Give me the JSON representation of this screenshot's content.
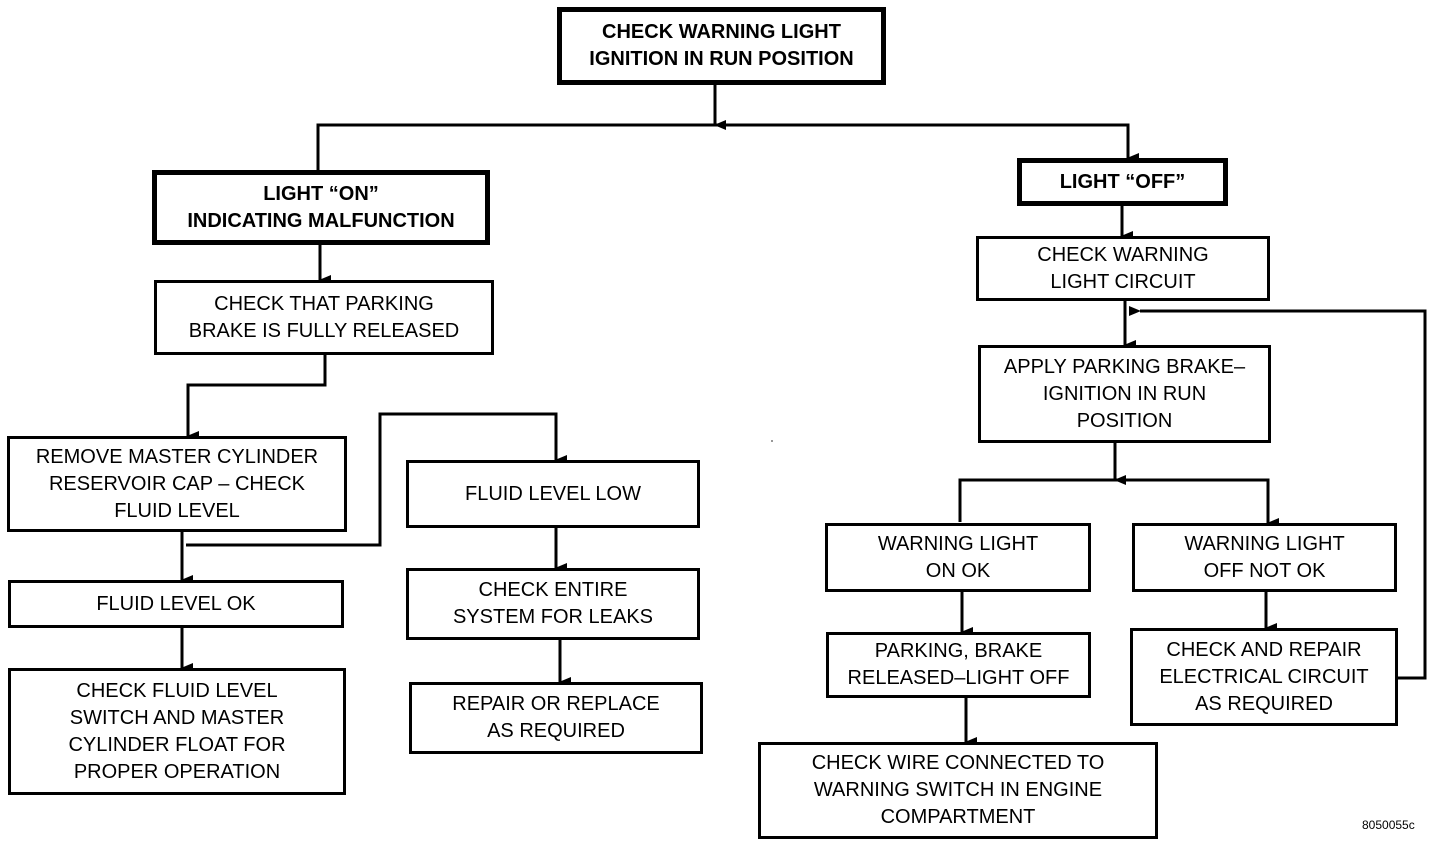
{
  "nodes": {
    "check_warning_light": "CHECK WARNING LIGHT\nIGNITION IN RUN POSITION",
    "light_on": "LIGHT “ON”\nINDICATING MALFUNCTION",
    "check_parking_brake": "CHECK THAT PARKING\nBRAKE IS FULLY RELEASED",
    "remove_cap": "REMOVE MASTER CYLINDER\nRESERVOIR CAP – CHECK\nFLUID LEVEL",
    "fluid_level_ok": "FLUID LEVEL OK",
    "check_fluid_switch": "CHECK FLUID LEVEL\nSWITCH AND MASTER\nCYLINDER FLOAT FOR\nPROPER OPERATION",
    "fluid_level_low": "FLUID LEVEL LOW",
    "check_leaks": "CHECK ENTIRE\nSYSTEM FOR LEAKS",
    "repair_replace": "REPAIR OR REPLACE\nAS REQUIRED",
    "light_off": "LIGHT “OFF”",
    "check_circuit": "CHECK WARNING\nLIGHT CIRCUIT",
    "apply_parking_brake": "APPLY PARKING BRAKE–\nIGNITION IN RUN\nPOSITION",
    "warning_on_ok": "WARNING LIGHT\nON OK",
    "warning_off_not_ok": "WARNING LIGHT\nOFF NOT OK",
    "brake_released": "PARKING, BRAKE\nRELEASED–LIGHT OFF",
    "check_wire": "CHECK WIRE CONNECTED TO\nWARNING SWITCH IN ENGINE\nCOMPARTMENT",
    "repair_circuit": "CHECK AND REPAIR\nELECTRICAL CIRCUIT\nAS REQUIRED"
  },
  "figure_id": "8050055c"
}
